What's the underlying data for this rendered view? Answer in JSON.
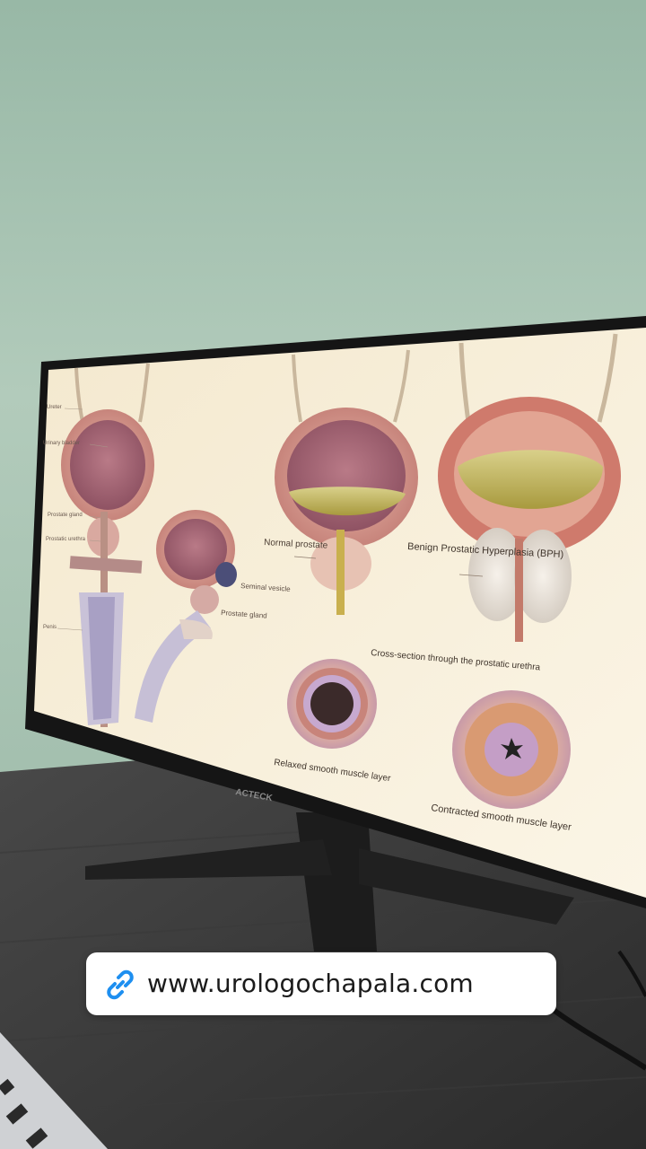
{
  "monitor": {
    "brand": "ACTECK"
  },
  "illustration": {
    "labels": {
      "ureter": "Ureter",
      "urinary_bladder": "Urinary bladder",
      "prostate_gland_left": "Prostate gland",
      "prostatic_urethra": "Prostatic urethra",
      "penis": "Penis",
      "seminal_vesicle": "Seminal vesicle",
      "prostate_gland_side": "Prostate gland",
      "normal_prostate": "Normal prostate",
      "bph": "Benign Prostatic Hyperplasia (BPH)",
      "cross_section": "Cross-section through the prostatic urethra",
      "relaxed": "Relaxed smooth muscle layer",
      "contracted": "Contracted smooth muscle layer"
    }
  },
  "sticker": {
    "icon": "link-icon",
    "url": "www.urologochapala.com",
    "icon_color": "#1e8ff0"
  }
}
